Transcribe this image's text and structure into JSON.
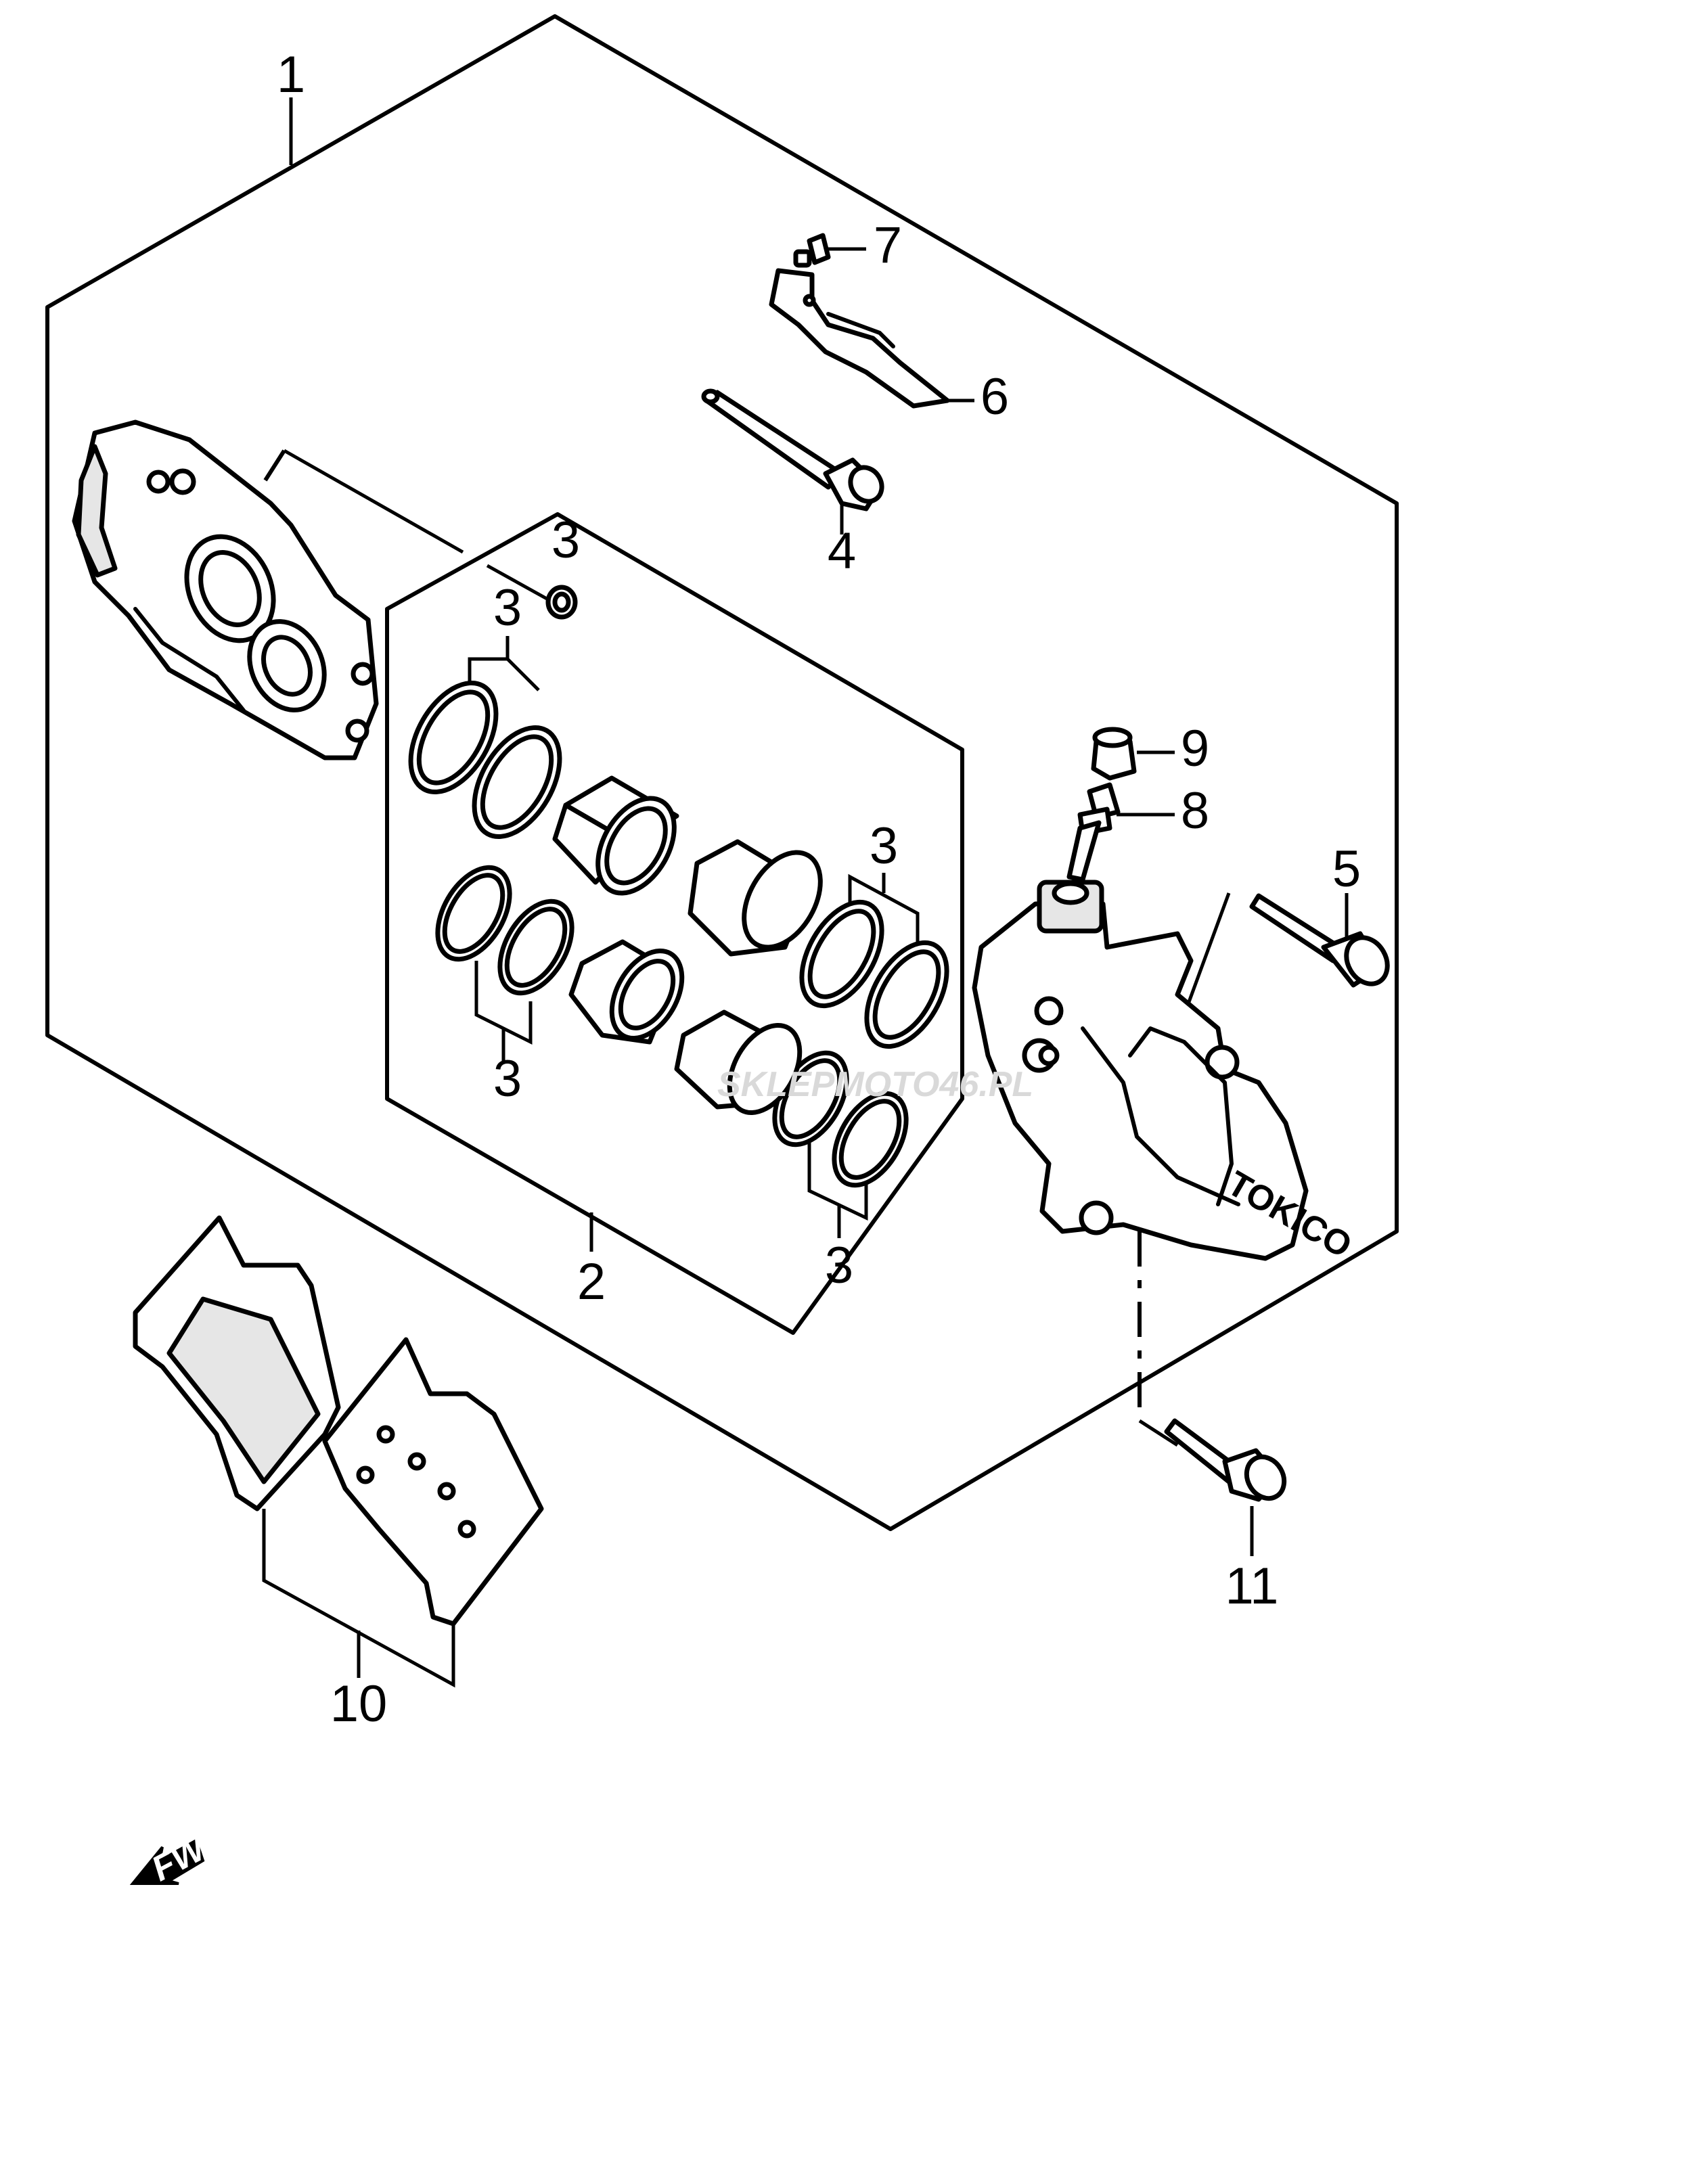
{
  "callouts": {
    "c1": "1",
    "c2": "2",
    "c3a": "3",
    "c3b": "3",
    "c3c": "3",
    "c3d": "3",
    "c3e": "3",
    "c4": "4",
    "c5": "5",
    "c6": "6",
    "c7": "7",
    "c8": "8",
    "c9": "9",
    "c10": "10",
    "c11": "11"
  },
  "caliper_brand": "TOKICO",
  "watermark": "SKLEPMOTO46.PL",
  "fwd_label": "FWD"
}
